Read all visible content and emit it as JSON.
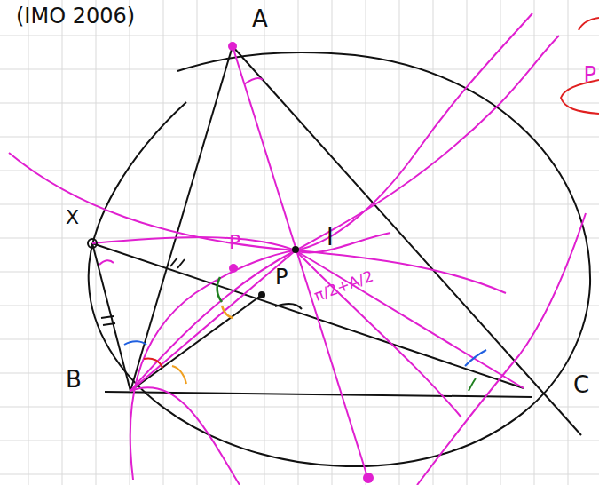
{
  "diagram": {
    "labels": [
      "(IMO 2006)",
      "A",
      "X",
      "I",
      "P",
      "P",
      "B",
      "C",
      "π/2+A/2",
      "P"
    ]
  }
}
